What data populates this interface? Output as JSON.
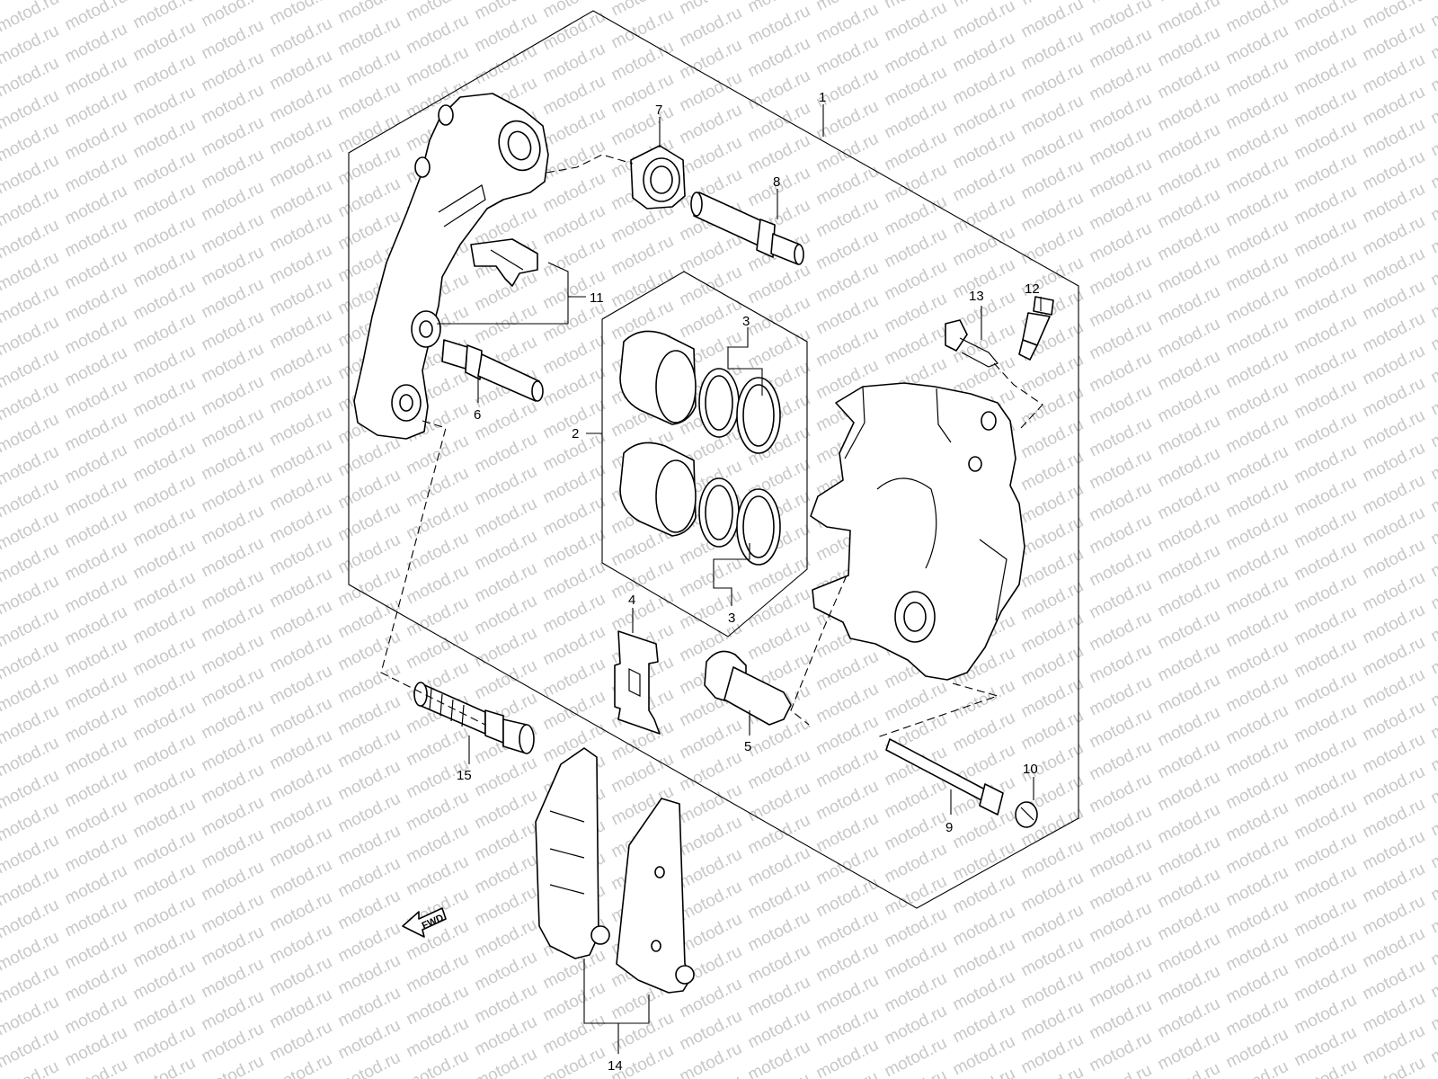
{
  "watermark": {
    "text": "motod.ru",
    "color": "#c8c8c8"
  },
  "callouts": {
    "c1": "1",
    "c2": "2",
    "c3a": "3",
    "c3b": "3",
    "c4": "4",
    "c5": "5",
    "c6": "6",
    "c7": "7",
    "c8": "8",
    "c9": "9",
    "c10": "10",
    "c11": "11",
    "c12": "12",
    "c13": "13",
    "c14": "14",
    "c15": "15"
  },
  "fwd_label": "FWD",
  "colors": {
    "line": "#000000",
    "background": "#ffffff"
  }
}
